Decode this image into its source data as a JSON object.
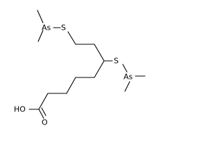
{
  "molecule": {
    "atoms": {
      "as_top": "As",
      "s_top": "S",
      "s_mid": "S",
      "as_mid": "As",
      "acid_group": "HO",
      "carbonyl_o": "O"
    }
  }
}
